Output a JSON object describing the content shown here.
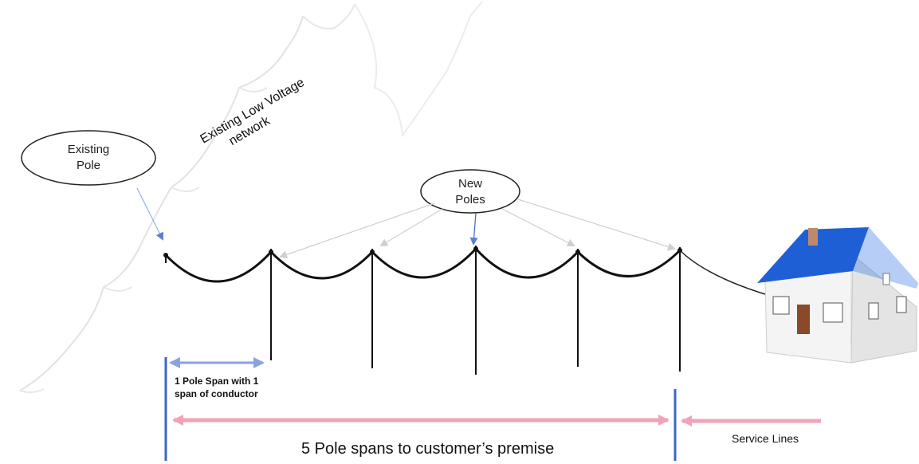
{
  "labels": {
    "existing_network_line1": "Existing Low Voltage",
    "existing_network_line2": "network",
    "existing_pole_line1": "Existing",
    "existing_pole_line2": "Pole",
    "new_poles_line1": "New",
    "new_poles_line2": "Poles",
    "one_span_line1": "1 Pole Span with 1",
    "one_span_line2": "span of conductor",
    "five_spans": "5 Pole spans to customer’s premise",
    "service_lines": "Service Lines"
  },
  "colors": {
    "conductor": "#111111",
    "dimension_arrow_blue": "#7b93d6",
    "span_arrow_pink": "#f2a3b7",
    "divider_blue": "#3a66c9",
    "roof_blue": "#1f5fd6",
    "wall": "#f2f2f2",
    "door": "#8a4a2a",
    "faint_network": "#e2e2e2"
  },
  "icons": [
    "house-icon"
  ]
}
